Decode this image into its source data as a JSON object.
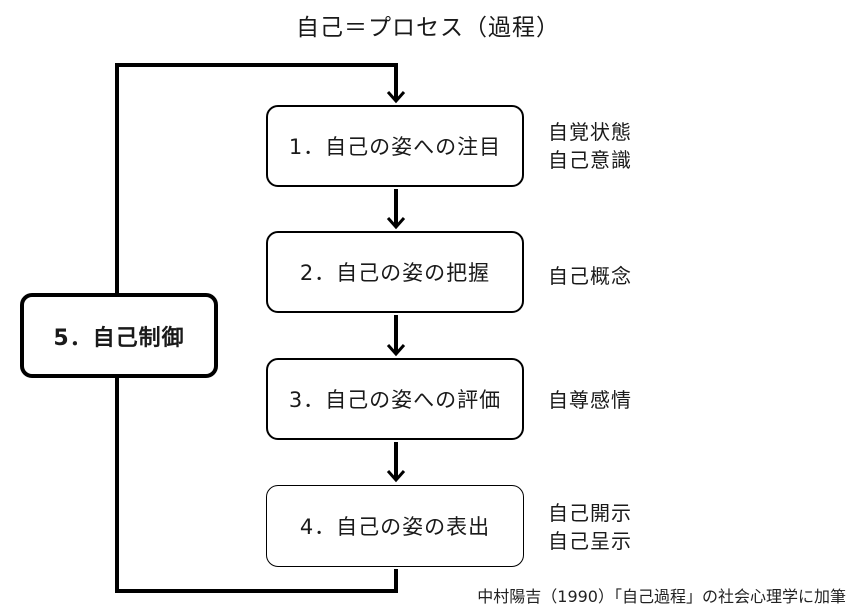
{
  "title": "自己＝プロセス（過程）",
  "steps": [
    {
      "label": "1．自己の姿への注目",
      "notes": [
        "自覚状態",
        "自己意識"
      ]
    },
    {
      "label": "2．自己の姿の把握",
      "notes": [
        "自己概念"
      ]
    },
    {
      "label": "3．自己の姿への評価",
      "notes": [
        "自尊感情"
      ]
    },
    {
      "label": "4．自己の姿の表出",
      "notes": [
        "自己開示",
        "自己呈示"
      ]
    }
  ],
  "control": {
    "label": "5．自己制御"
  },
  "source": "中村陽吉（1990）「自己過程」の社会心理学に加筆"
}
